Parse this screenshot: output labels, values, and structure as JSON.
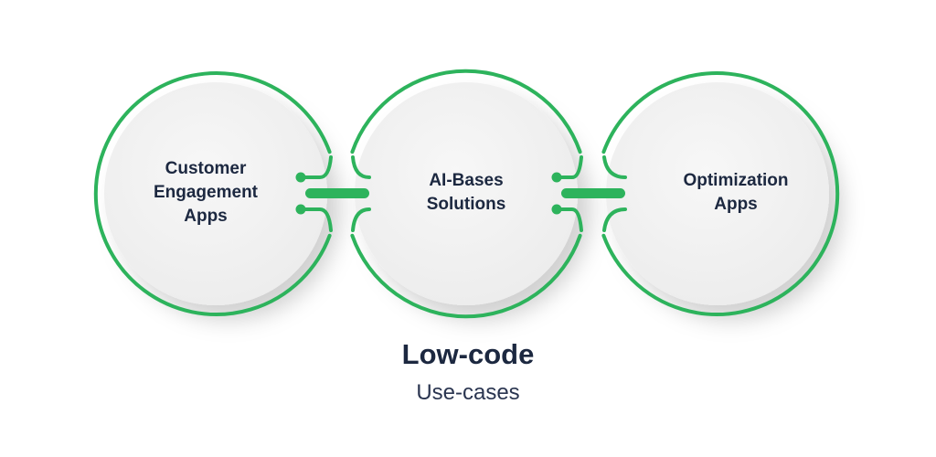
{
  "diagram": {
    "title": "Low-code",
    "subtitle": "Use-cases",
    "nodes": [
      {
        "lines": [
          "Customer",
          "Engagement",
          "Apps"
        ]
      },
      {
        "lines": [
          "AI-Bases",
          "Solutions"
        ]
      },
      {
        "lines": [
          "Optimization",
          "Apps"
        ]
      }
    ]
  },
  "colors": {
    "accent_green": "#2db35c",
    "text_navy": "#1c2840",
    "circle_fill": "#f4f4f4"
  }
}
